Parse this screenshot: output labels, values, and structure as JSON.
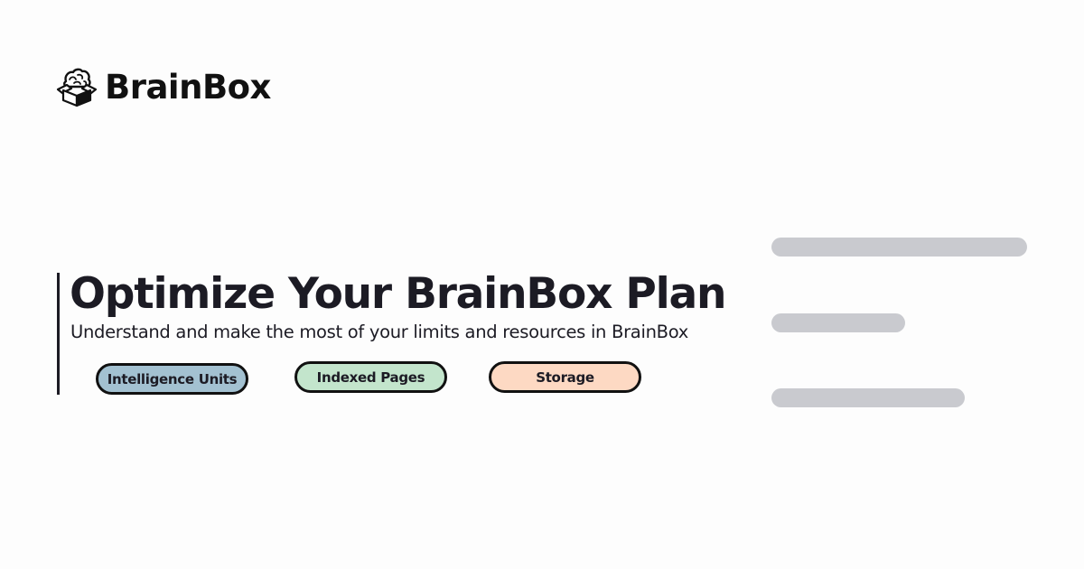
{
  "brand": {
    "name": "BrainBox",
    "logo_icon": "brain-in-box-icon"
  },
  "hero": {
    "title": "Optimize Your BrainBox Plan",
    "subtitle": "Understand and make the most of your limits and resources in BrainBox"
  },
  "tags": [
    {
      "label": "Intelligence Units",
      "color": "#a3c1d1"
    },
    {
      "label": "Indexed Pages",
      "color": "#c3e5cc"
    },
    {
      "label": "Storage",
      "color": "#fdd9c3"
    }
  ],
  "decoration": {
    "skeleton_color": "#c9cacf",
    "skeleton_lines": 3
  }
}
